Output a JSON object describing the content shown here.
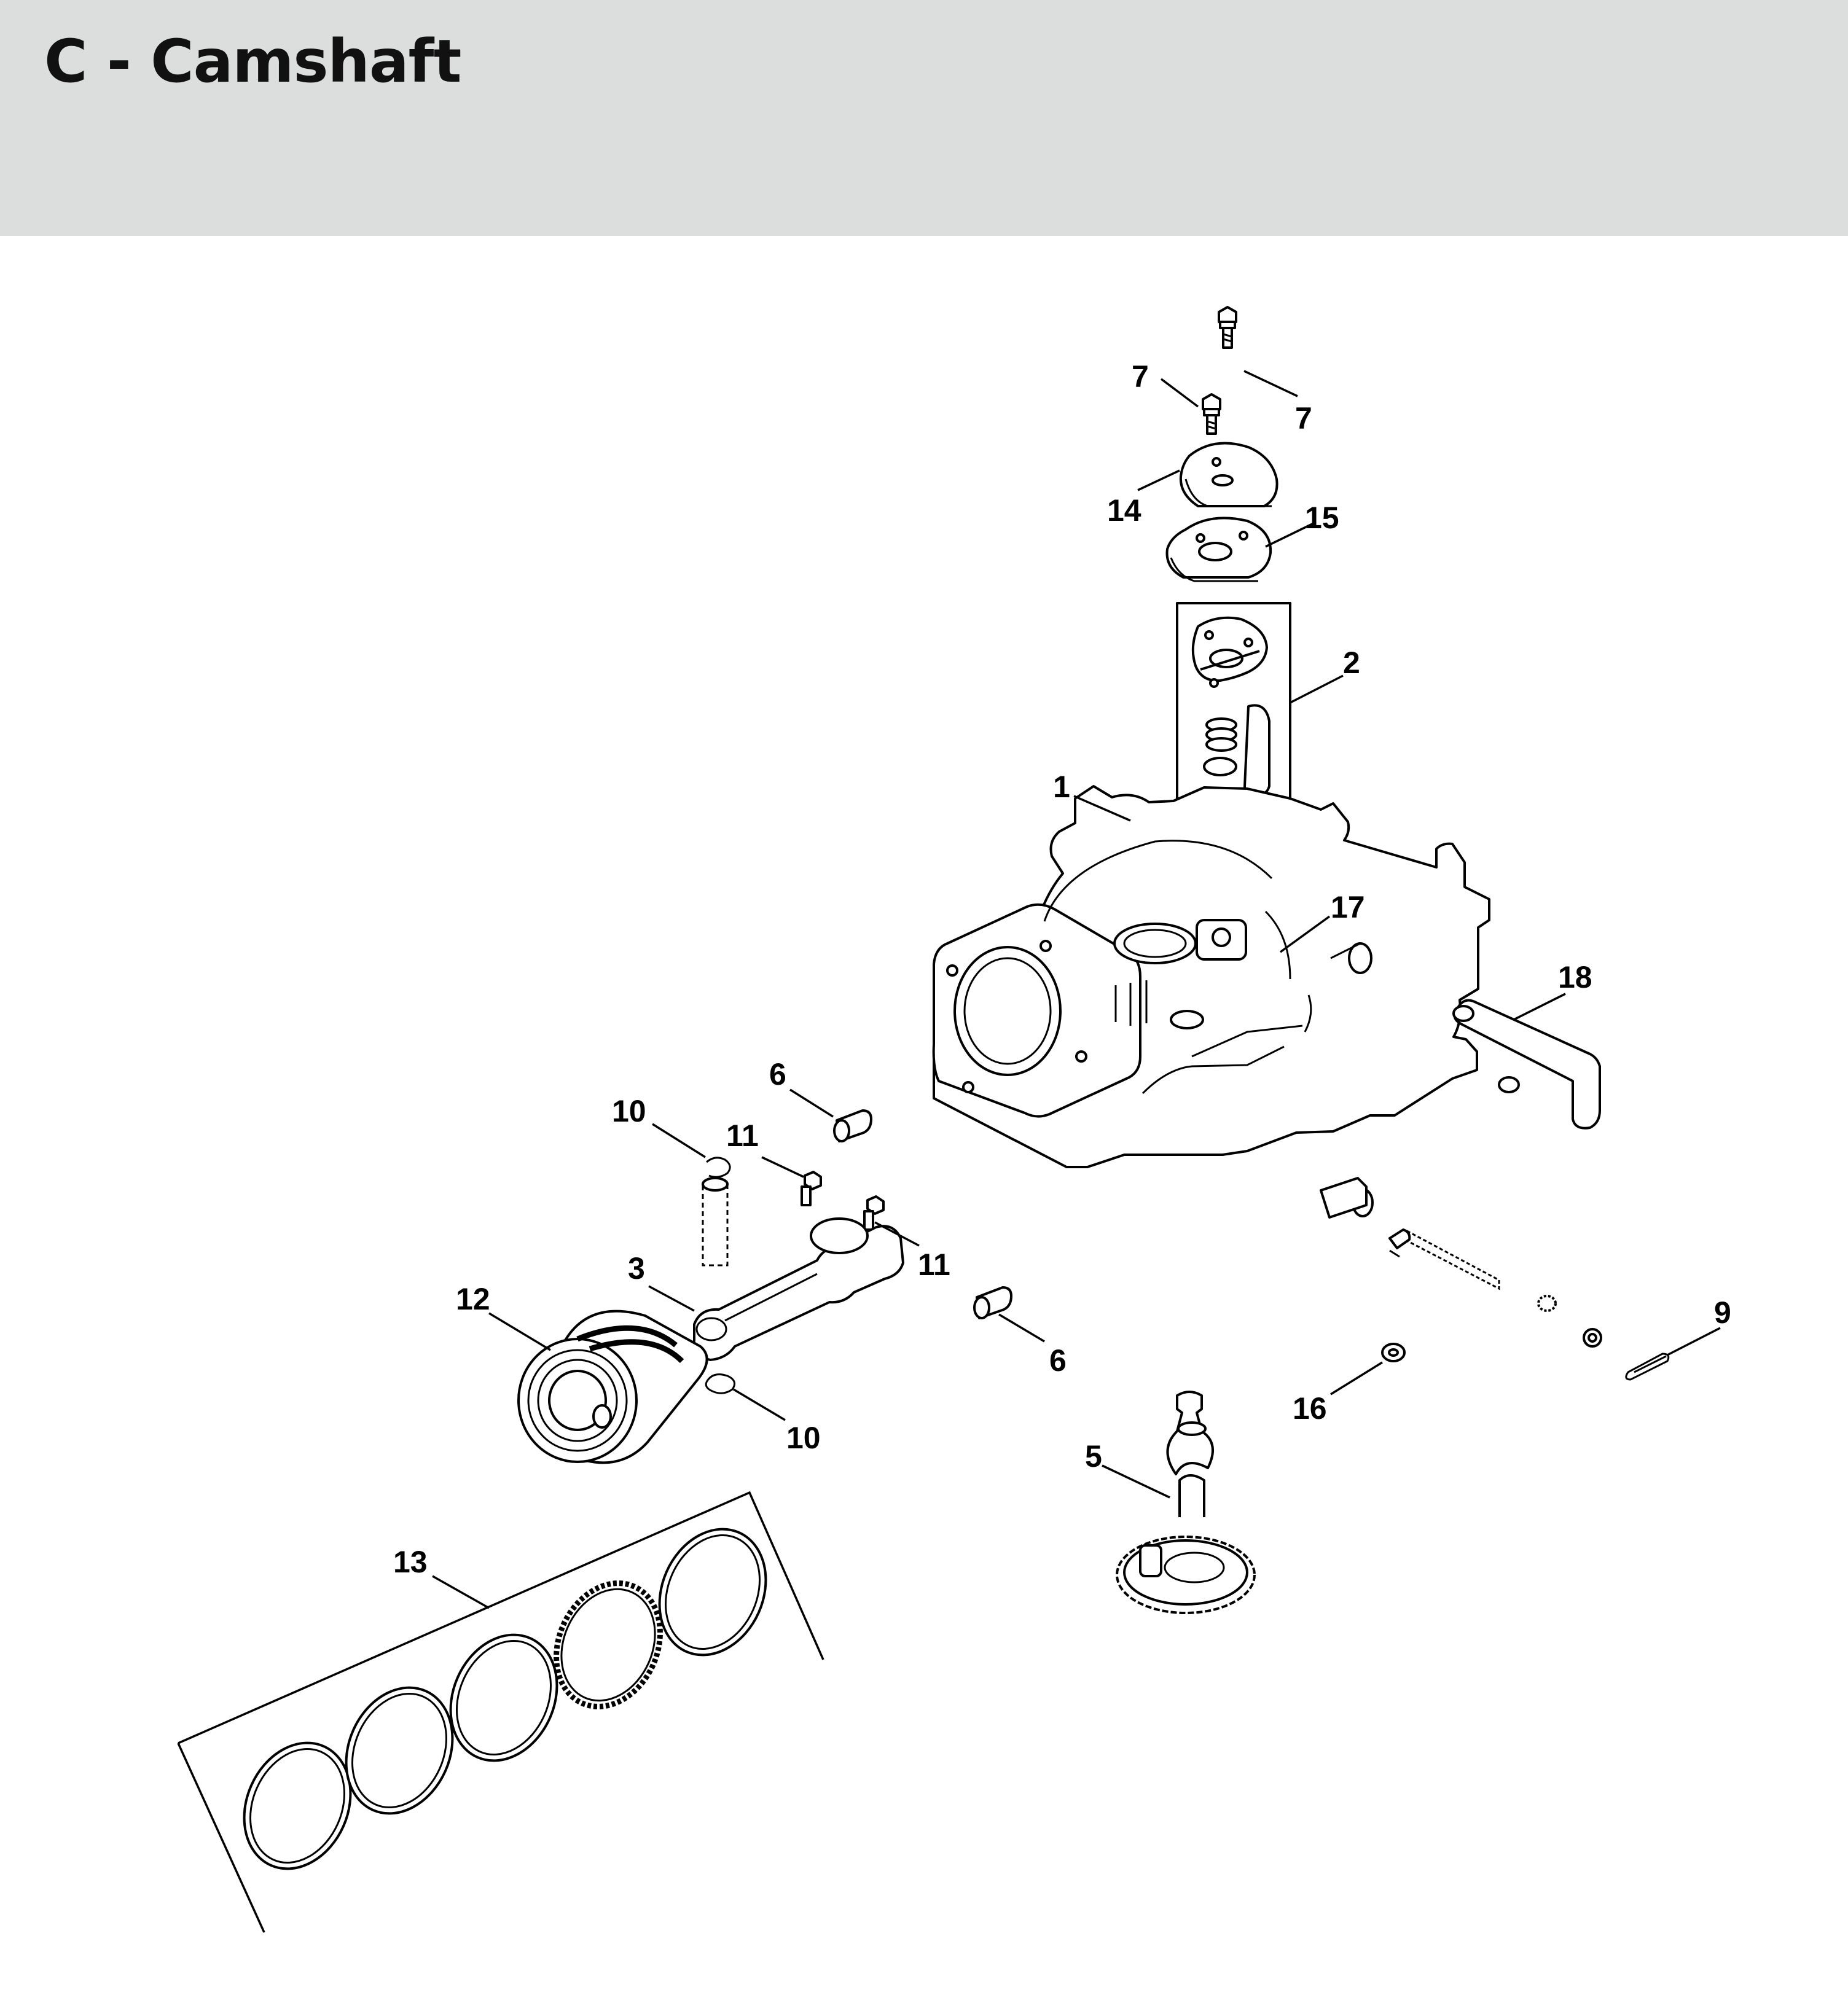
{
  "title": "C - Camshaft",
  "background_color": "#ffffff",
  "header_color": "#dcdedd",
  "callouts": [
    {
      "id": "c7a",
      "label": "7"
    },
    {
      "id": "c7b",
      "label": "7"
    },
    {
      "id": "c14",
      "label": "14"
    },
    {
      "id": "c15",
      "label": "15"
    },
    {
      "id": "c2",
      "label": "2"
    },
    {
      "id": "c1",
      "label": "1"
    },
    {
      "id": "c17",
      "label": "17"
    },
    {
      "id": "c18",
      "label": "18"
    },
    {
      "id": "c6a",
      "label": "6"
    },
    {
      "id": "c10a",
      "label": "10"
    },
    {
      "id": "c11a",
      "label": "11"
    },
    {
      "id": "c11b",
      "label": "11"
    },
    {
      "id": "c3",
      "label": "3"
    },
    {
      "id": "c12",
      "label": "12"
    },
    {
      "id": "c6b",
      "label": "6"
    },
    {
      "id": "c10b",
      "label": "10"
    },
    {
      "id": "c9",
      "label": "9"
    },
    {
      "id": "c16",
      "label": "16"
    },
    {
      "id": "c5",
      "label": "5"
    },
    {
      "id": "c13",
      "label": "13"
    }
  ]
}
